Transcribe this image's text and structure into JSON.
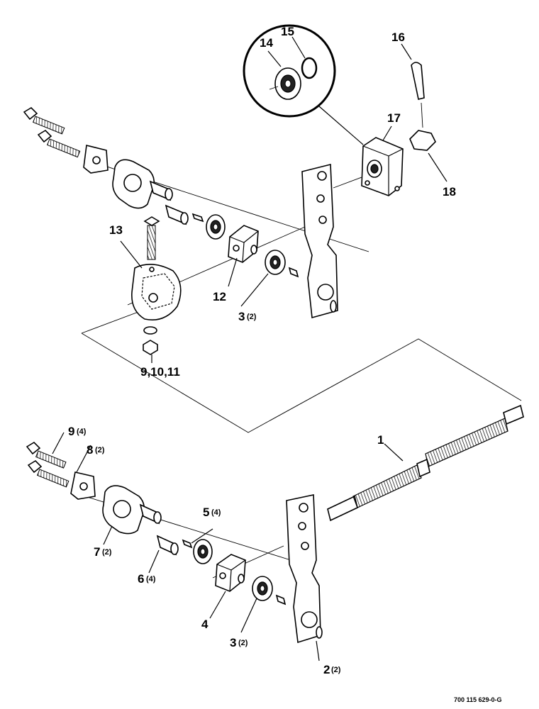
{
  "labels": {
    "p1": "1",
    "p2": "2",
    "p2q": "(2)",
    "p3a": "3",
    "p3aq": "(2)",
    "p3b": "3",
    "p3bq": "(2)",
    "p4": "4",
    "p5": "5",
    "p5q": "(4)",
    "p6": "6",
    "p6q": "(4)",
    "p7": "7",
    "p7q": "(2)",
    "p8": "8",
    "p8q": "(2)",
    "p9": "9",
    "p9q": "(4)",
    "p91011": "9,10,11",
    "p12": "12",
    "p13": "13",
    "p14": "14",
    "p15": "15",
    "p16": "16",
    "p17": "17",
    "p18": "18"
  },
  "drawing_code": "700 115 629-0-G"
}
